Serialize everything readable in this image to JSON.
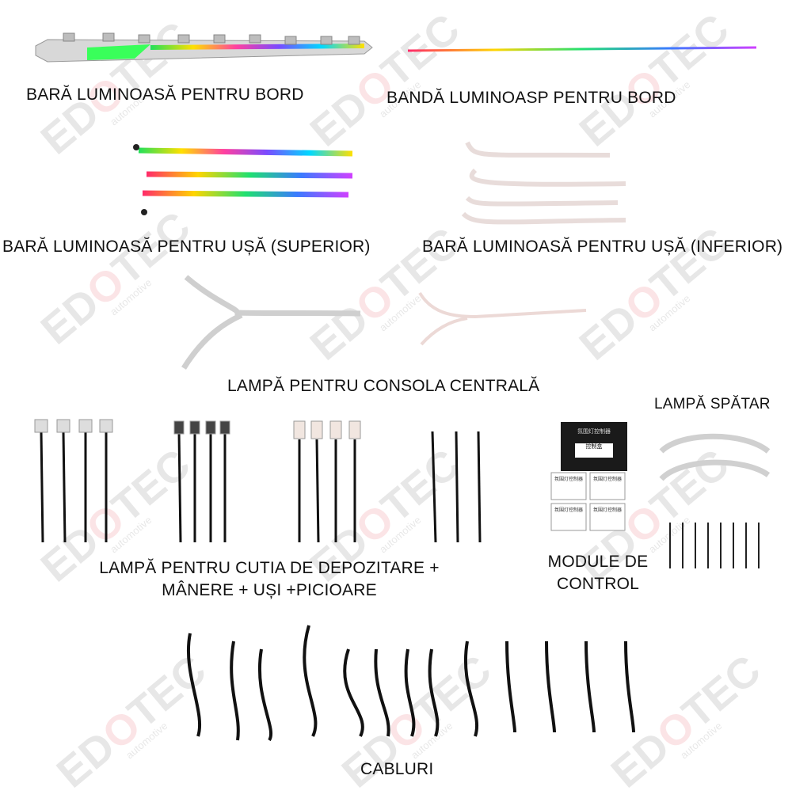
{
  "watermark": {
    "text_left": "ED",
    "text_o": "O",
    "text_right": "TEC",
    "subtext": "automotive"
  },
  "labels": {
    "dash_bar": "BARĂ LUMINOASĂ PENTRU BORD",
    "dash_strip": "BANDĂ LUMINOASP PENTRU BORD",
    "door_upper": "BARĂ LUMINOASĂ PENTRU UȘĂ (SUPERIOR)",
    "door_lower": "BARĂ LUMINOASĂ PENTRU UȘĂ (INFERIOR)",
    "center_console": "LAMPĂ  PENTRU CONSOLA CENTRALĂ",
    "seatback": "LAMPĂ SPĂTAR",
    "storage_line1": "LAMPĂ PENTRU CUTIA DE DEPOZITARE +",
    "storage_line2": "MÂNERE + UȘI +PICIOARE",
    "modules_line1": "MODULE DE",
    "modules_line2": "CONTROL",
    "cables": "CABLURI"
  },
  "module_box": {
    "top_line1": "氛围灯控制器",
    "top_line2": "控制盒",
    "small_label": "氛围灯控制器"
  },
  "colors": {
    "text": "#111111",
    "watermark_red": "#e2001a",
    "cable": "#111111",
    "strip_white": "#f4f0ee"
  }
}
